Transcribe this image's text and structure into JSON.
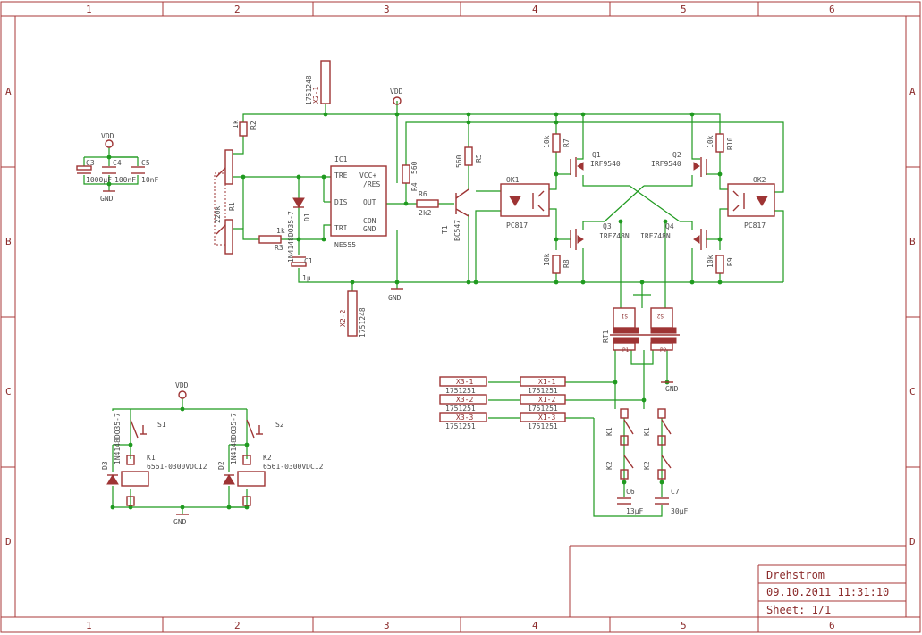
{
  "grid": {
    "columns": [
      "1",
      "2",
      "3",
      "4",
      "5",
      "6"
    ],
    "rows": [
      "A",
      "B",
      "C",
      "D"
    ]
  },
  "title_block": {
    "name": "Drehstrom",
    "date": "09.10.2011 11:31:10",
    "sheet": "Sheet: 1/1"
  },
  "power": {
    "vdd": "VDD",
    "gnd": "GND"
  },
  "ic1": {
    "name": "IC1",
    "value": "NE555",
    "pins": [
      "TRE",
      "VCC+",
      "/RES",
      "DIS",
      "OUT",
      "TRI",
      "CON",
      "GND"
    ]
  },
  "parts": {
    "C3": "C3",
    "C3v": "1000µF",
    "C4": "C4",
    "C4v": "100nF",
    "C5": "C5",
    "C5v": "10nF",
    "R1": "R1",
    "R1v": "220k",
    "R2": "R2",
    "R2v": "1k",
    "R3": "R3",
    "R3v": "1k",
    "R4": "R4",
    "R4v": "560",
    "R5": "R5",
    "R5v": "560",
    "R6": "R6",
    "R6v": "2k2",
    "R7": "R7",
    "R8": "R8",
    "R9": "R9",
    "R10": "R10",
    "r10k": "10k",
    "D1": "D1",
    "D1v": "1N4148DO35-7",
    "C1": "C1",
    "C1v": "1µ",
    "T1": "T1",
    "T1v": "BC547",
    "OK1": "OK1",
    "OK2": "OK2",
    "okv": "PC817",
    "Q1": "Q1",
    "Q2": "Q2",
    "qpv": "IRF9540",
    "Q3": "Q3",
    "Q4": "Q4",
    "qnv": "IRFZ48N",
    "X2-1": "X2-1",
    "X2-2": "X2-2",
    "x2v": "1751248",
    "RT1": "RT1",
    "P1": "P1",
    "P2": "P2",
    "S1t": "S1",
    "S2t": "S2",
    "X3-1": "X3-1",
    "X3-2": "X3-2",
    "X3-3": "X3-3",
    "X1-1": "X1-1",
    "X1-2": "X1-2",
    "X1-3": "X1-3",
    "x1v": "1751251",
    "K1": "K1",
    "K2": "K2",
    "Kv": "6561-0300VDC12",
    "C6": "C6",
    "C6v": "13µF",
    "C7": "C7",
    "C7v": "30µF",
    "D2": "D2",
    "D3": "D3",
    "Dv": "1N4148DO35-7",
    "S1": "S1",
    "S2": "S2"
  },
  "colors": {
    "frame": "#a83a3a",
    "wire": "#1f9a1f",
    "part": "#9e3434"
  }
}
